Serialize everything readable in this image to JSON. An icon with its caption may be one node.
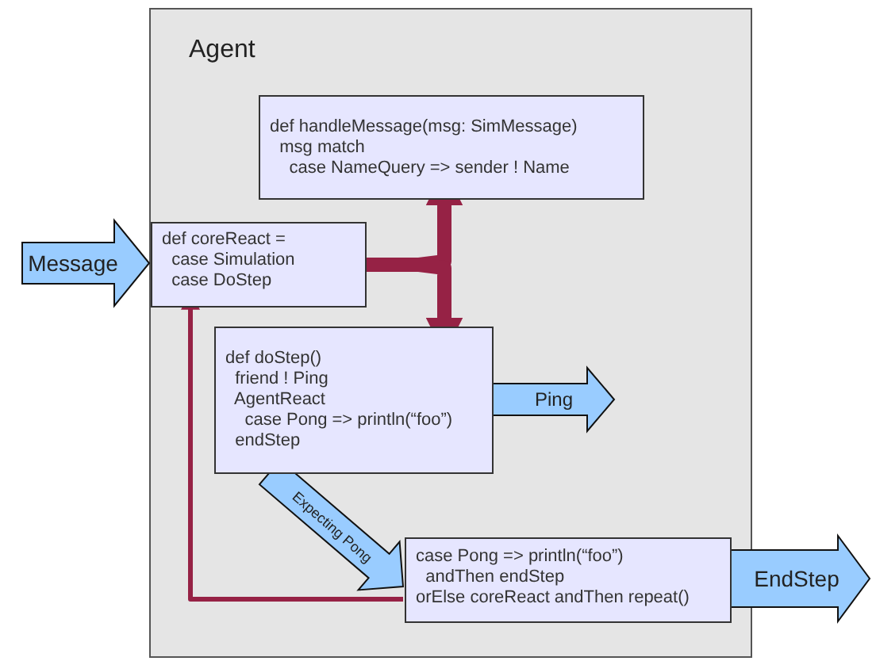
{
  "diagram": {
    "nodes": [
      {
        "text": [
          "Agent"
        ]
      },
      {
        "text": [
          "def handleMessage(msg: SimMessage)",
          "  msg match",
          "    case NameQuery => sender ! Name"
        ],
        "in": 0
      },
      {
        "text": [
          "def coreReact =",
          "  case Simulation",
          "  case DoStep"
        ],
        "in": 0
      },
      {
        "text": [
          "def doStep()",
          "  friend ! Ping",
          "  AgentReact",
          "    case Pong => println(“foo”)",
          "  endStep"
        ],
        "in": 0
      },
      {
        "text": [
          "case Pong => println(“foo”)",
          "  andThen endStep",
          "orElse coreReact andThen repeat()"
        ],
        "in": 0
      }
    ],
    "edges": [
      {
        "from": null,
        "to": 2,
        "arrow": "to",
        "label": "Message"
      },
      {
        "from": 2,
        "to": 1,
        "arrow": "to",
        "color": "#962245"
      },
      {
        "from": 2,
        "to": 3,
        "arrow": "to",
        "color": "#962245"
      },
      {
        "from": 3,
        "to": null,
        "arrow": "to",
        "label": "Ping"
      },
      {
        "from": 3,
        "to": 4,
        "arrow": "to",
        "label": "Expecting Pong"
      },
      {
        "from": 4,
        "to": 2,
        "arrow": "to",
        "color": "#962245"
      },
      {
        "from": 4,
        "to": null,
        "arrow": "to",
        "label": "EndStep"
      }
    ]
  }
}
